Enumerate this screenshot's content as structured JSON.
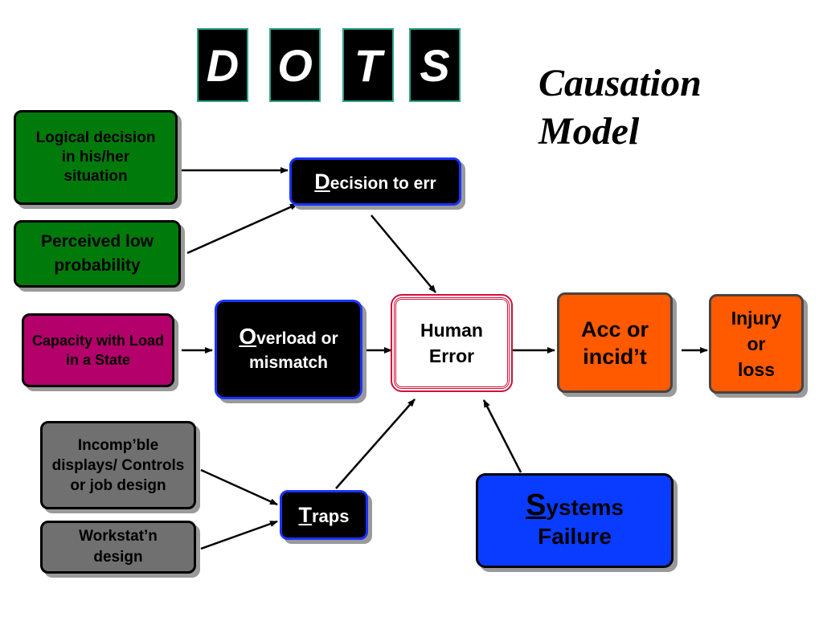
{
  "dots": [
    "D",
    "O",
    "T",
    "S"
  ],
  "title": [
    "Causation",
    "Model"
  ],
  "boxes": {
    "logical": "Logical decision in his/her situation",
    "perceived": "Perceived low probability",
    "decision_first": "D",
    "decision_rest": "ecision to err",
    "capacity": "Capacity with Load in a State",
    "overload_first": "O",
    "overload_rest": "verload or mismatch",
    "human_error": "Human Error",
    "acc": "Acc or incid’t",
    "injury": "Injury or loss",
    "incompatible": "Incomp’ble displays/ Controls or job design",
    "workstation": "Workstat’n design",
    "traps_first": "T",
    "traps_rest": "raps",
    "systems_first": "S",
    "systems_rest": "ystems Failure"
  },
  "colors": {
    "green": "#007a0a",
    "magenta": "#b3006b",
    "gray": "#707070",
    "black": "#000000",
    "orange": "#ff5a00",
    "blue": "#0a3cff",
    "human_border": "#d0103a",
    "letter_border": "#2aa58a"
  }
}
